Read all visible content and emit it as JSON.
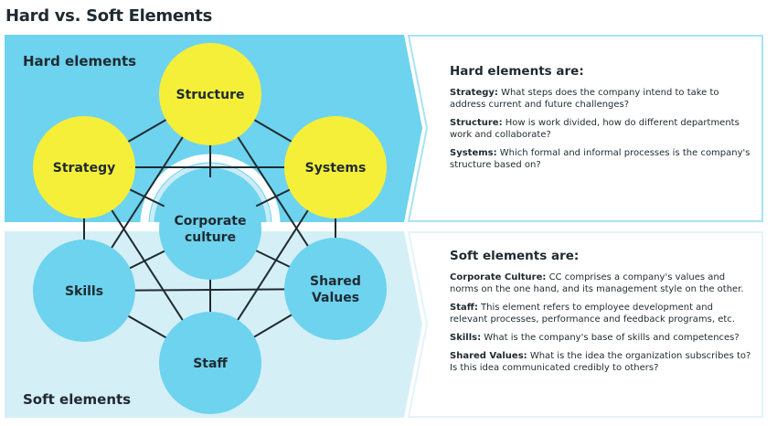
{
  "title": "Hard vs. Soft Elements",
  "bands": {
    "hard": "Hard elements",
    "soft": "Soft elements"
  },
  "nodes": {
    "structure": "Structure",
    "strategy": "Strategy",
    "systems": "Systems",
    "corporate_culture": [
      "Corporate",
      "culture"
    ],
    "skills": "Skills",
    "shared_values": [
      "Shared",
      "Values"
    ],
    "staff": "Staff"
  },
  "hard_panel": {
    "heading": "Hard elements are:",
    "items": [
      {
        "term": "Strategy:",
        "text": " What steps does the company intend to take to address current and future challenges?"
      },
      {
        "term": "Structure:",
        "text": " How is work divided, how do different departments work and collaborate?"
      },
      {
        "term": "Systems:",
        "text": " Which formal and informal processes is the company's structure based on?"
      }
    ]
  },
  "soft_panel": {
    "heading": "Soft elements are:",
    "items": [
      {
        "term": "Corporate Culture:",
        "text": " CC comprises a company's values and norms on the one hand, and its management style on the other."
      },
      {
        "term": "Staff:",
        "text": " This element refers to employee development and relevant processes, performance and feedback programs, etc."
      },
      {
        "term": "Skills:",
        "text": " What is the company's base of skills and competences?"
      },
      {
        "term": "Shared Values:",
        "text": " What is the idea the organization subscribes to? Is this idea communicated credibly to others?"
      }
    ]
  },
  "colors": {
    "hard_band": "#6dd3ef",
    "soft_band": "#d5eff7",
    "hard_node": "#f6ef3a",
    "soft_node": "#6dd3ef",
    "line": "#1f2a30",
    "panel_border": "#a9e2f2"
  }
}
